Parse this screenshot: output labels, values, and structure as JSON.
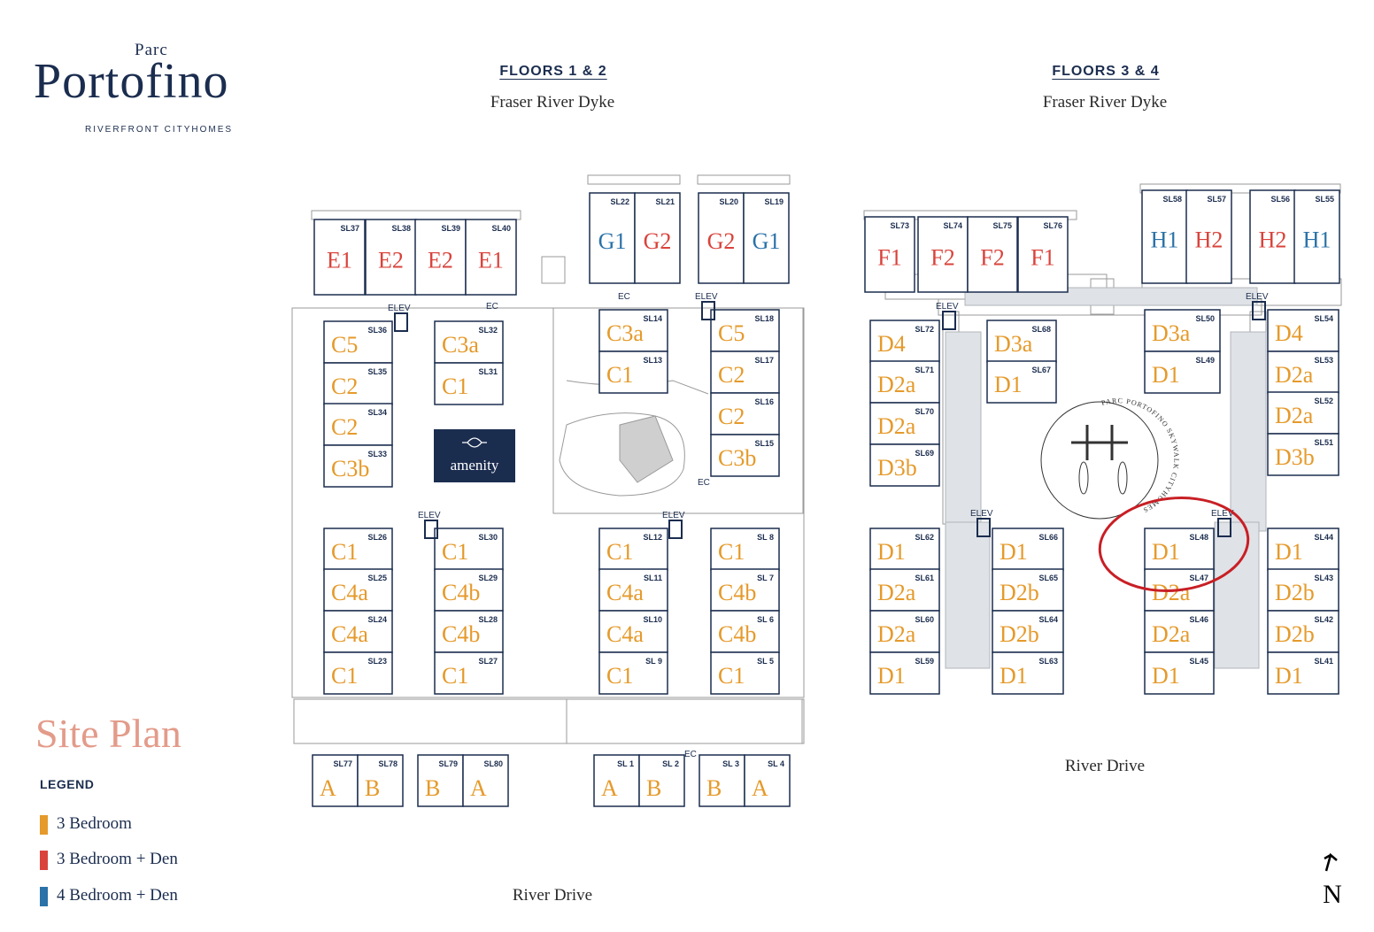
{
  "brand": {
    "logo_small": "Parc",
    "logo_main": "Portofino",
    "tagline": "RIVERFRONT CITYHOMES"
  },
  "headers": {
    "left_floor": "FLOORS 1 & 2",
    "left_top_road": "Fraser River Dyke",
    "left_bottom_road": "River Drive",
    "right_floor": "FLOORS 3 & 4",
    "right_top_road": "Fraser River Dyke",
    "right_bottom_road": "River Drive"
  },
  "title": "Site Plan",
  "legend": {
    "title": "LEGEND",
    "items": [
      {
        "label": "3 Bedroom",
        "color": "#e59a2b"
      },
      {
        "label": "3 Bedroom + Den",
        "color": "#d9433b"
      },
      {
        "label": "4 Bedroom + Den",
        "color": "#2a72a8"
      }
    ]
  },
  "amenity_label": "amenity",
  "skywalk_label": "PARC PORTOFINO SKYWALK CITYHOMES",
  "north_label": "N",
  "marker_labels": {
    "elev": "ELEV",
    "ec": "EC"
  },
  "colors": {
    "orange": "#e59a2b",
    "red": "#d9433b",
    "blue": "#2a72a8",
    "navy": "#1b2d4f",
    "highlight": "#c81f25"
  },
  "units": [
    {
      "sl": "SL37",
      "type": "E1",
      "c": "red"
    },
    {
      "sl": "SL38",
      "type": "E2",
      "c": "red"
    },
    {
      "sl": "SL39",
      "type": "E2",
      "c": "red"
    },
    {
      "sl": "SL40",
      "type": "E1",
      "c": "red"
    },
    {
      "sl": "SL22",
      "type": "G1",
      "c": "blue"
    },
    {
      "sl": "SL21",
      "type": "G2",
      "c": "red"
    },
    {
      "sl": "SL20",
      "type": "G2",
      "c": "red"
    },
    {
      "sl": "SL19",
      "type": "G1",
      "c": "blue"
    },
    {
      "sl": "SL36",
      "type": "C5",
      "c": "orange"
    },
    {
      "sl": "SL35",
      "type": "C2",
      "c": "orange"
    },
    {
      "sl": "SL34",
      "type": "C2",
      "c": "orange"
    },
    {
      "sl": "SL33",
      "type": "C3b",
      "c": "orange"
    },
    {
      "sl": "SL32",
      "type": "C3a",
      "c": "orange"
    },
    {
      "sl": "SL31",
      "type": "C1",
      "c": "orange"
    },
    {
      "sl": "SL14",
      "type": "C3a",
      "c": "orange"
    },
    {
      "sl": "SL13",
      "type": "C1",
      "c": "orange"
    },
    {
      "sl": "SL18",
      "type": "C5",
      "c": "orange"
    },
    {
      "sl": "SL17",
      "type": "C2",
      "c": "orange"
    },
    {
      "sl": "SL16",
      "type": "C2",
      "c": "orange"
    },
    {
      "sl": "SL15",
      "type": "C3b",
      "c": "orange"
    },
    {
      "sl": "SL26",
      "type": "C1",
      "c": "orange"
    },
    {
      "sl": "SL25",
      "type": "C4a",
      "c": "orange"
    },
    {
      "sl": "SL24",
      "type": "C4a",
      "c": "orange"
    },
    {
      "sl": "SL23",
      "type": "C1",
      "c": "orange"
    },
    {
      "sl": "SL30",
      "type": "C1",
      "c": "orange"
    },
    {
      "sl": "SL29",
      "type": "C4b",
      "c": "orange"
    },
    {
      "sl": "SL28",
      "type": "C4b",
      "c": "orange"
    },
    {
      "sl": "SL27",
      "type": "C1",
      "c": "orange"
    },
    {
      "sl": "SL12",
      "type": "C1",
      "c": "orange"
    },
    {
      "sl": "SL11",
      "type": "C4a",
      "c": "orange"
    },
    {
      "sl": "SL10",
      "type": "C4a",
      "c": "orange"
    },
    {
      "sl": "SL 9",
      "type": "C1",
      "c": "orange"
    },
    {
      "sl": "SL 8",
      "type": "C1",
      "c": "orange"
    },
    {
      "sl": "SL 7",
      "type": "C4b",
      "c": "orange"
    },
    {
      "sl": "SL 6",
      "type": "C4b",
      "c": "orange"
    },
    {
      "sl": "SL 5",
      "type": "C1",
      "c": "orange"
    },
    {
      "sl": "SL77",
      "type": "A",
      "c": "orange"
    },
    {
      "sl": "SL78",
      "type": "B",
      "c": "orange"
    },
    {
      "sl": "SL79",
      "type": "B",
      "c": "orange"
    },
    {
      "sl": "SL80",
      "type": "A",
      "c": "orange"
    },
    {
      "sl": "SL 1",
      "type": "A",
      "c": "orange"
    },
    {
      "sl": "SL 2",
      "type": "B",
      "c": "orange"
    },
    {
      "sl": "SL 3",
      "type": "B",
      "c": "orange"
    },
    {
      "sl": "SL 4",
      "type": "A",
      "c": "orange"
    },
    {
      "sl": "SL73",
      "type": "F1",
      "c": "red"
    },
    {
      "sl": "SL74",
      "type": "F2",
      "c": "red"
    },
    {
      "sl": "SL75",
      "type": "F2",
      "c": "red"
    },
    {
      "sl": "SL76",
      "type": "F1",
      "c": "red"
    },
    {
      "sl": "SL58",
      "type": "H1",
      "c": "blue"
    },
    {
      "sl": "SL57",
      "type": "H2",
      "c": "red"
    },
    {
      "sl": "SL56",
      "type": "H2",
      "c": "red"
    },
    {
      "sl": "SL55",
      "type": "H1",
      "c": "blue"
    },
    {
      "sl": "SL72",
      "type": "D4",
      "c": "orange"
    },
    {
      "sl": "SL71",
      "type": "D2a",
      "c": "orange"
    },
    {
      "sl": "SL70",
      "type": "D2a",
      "c": "orange"
    },
    {
      "sl": "SL69",
      "type": "D3b",
      "c": "orange"
    },
    {
      "sl": "SL68",
      "type": "D3a",
      "c": "orange"
    },
    {
      "sl": "SL67",
      "type": "D1",
      "c": "orange"
    },
    {
      "sl": "SL50",
      "type": "D3a",
      "c": "orange"
    },
    {
      "sl": "SL49",
      "type": "D1",
      "c": "orange"
    },
    {
      "sl": "SL54",
      "type": "D4",
      "c": "orange"
    },
    {
      "sl": "SL53",
      "type": "D2a",
      "c": "orange"
    },
    {
      "sl": "SL52",
      "type": "D2a",
      "c": "orange"
    },
    {
      "sl": "SL51",
      "type": "D3b",
      "c": "orange"
    },
    {
      "sl": "SL62",
      "type": "D1",
      "c": "orange"
    },
    {
      "sl": "SL61",
      "type": "D2a",
      "c": "orange"
    },
    {
      "sl": "SL60",
      "type": "D2a",
      "c": "orange"
    },
    {
      "sl": "SL59",
      "type": "D1",
      "c": "orange"
    },
    {
      "sl": "SL66",
      "type": "D1",
      "c": "orange"
    },
    {
      "sl": "SL65",
      "type": "D2b",
      "c": "orange"
    },
    {
      "sl": "SL64",
      "type": "D2b",
      "c": "orange"
    },
    {
      "sl": "SL63",
      "type": "D1",
      "c": "orange"
    },
    {
      "sl": "SL48",
      "type": "D1",
      "c": "orange"
    },
    {
      "sl": "SL47",
      "type": "D2a",
      "c": "orange"
    },
    {
      "sl": "SL46",
      "type": "D2a",
      "c": "orange"
    },
    {
      "sl": "SL45",
      "type": "D1",
      "c": "orange"
    },
    {
      "sl": "SL44",
      "type": "D1",
      "c": "orange"
    },
    {
      "sl": "SL43",
      "type": "D2b",
      "c": "orange"
    },
    {
      "sl": "SL42",
      "type": "D2b",
      "c": "orange"
    },
    {
      "sl": "SL41",
      "type": "D1",
      "c": "orange"
    }
  ]
}
